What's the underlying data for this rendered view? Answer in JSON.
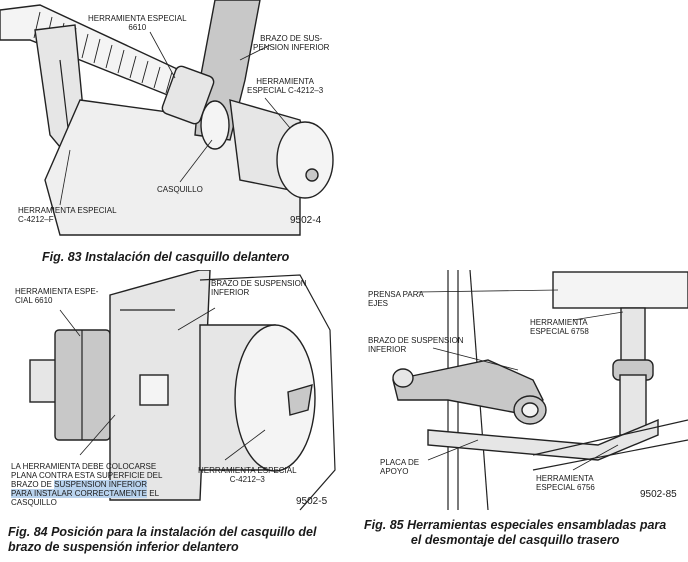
{
  "figures": [
    {
      "labels": {
        "tool_6610": "HERRAMIENTA ESPECIAL\n6610",
        "arm": "BRAZO DE SUS-\nPENSION INFERIOR",
        "tool_c4212_3": "HERRAMIENTA\nESPECIAL C-4212–3",
        "bushing": "CASQUILLO",
        "tool_c4212_f": "HERRAMIENTA ESPECIAL\nC-4212–F"
      },
      "ref": "9502-4",
      "caption": "Fig. 83 Instalación del casquillo delantero"
    },
    {
      "labels": {
        "tool_6610": "HERRAMIENTA ESPE-\nCIAL 6610",
        "arm": "BRAZO DE SUSPENSION\nINFERIOR",
        "note_a": "LA HERRAMIENTA DEBE COLOCARSE\nPLANA CONTRA ESTA SUPERFICIE DEL\nBRAZO DE ",
        "note_hl1": "SUSPENSION INFERIOR",
        "note_hl2": "PARA INSTALAR CORRECTAMENTE",
        "note_b": " EL\nCASQUILLO",
        "tool_c4212_3": "HERRAMIENTA ESPECIAL\nC-4212–3"
      },
      "ref": "9502-5",
      "caption": "Fig. 84 Posición para la instalación del casquillo del\nbrazo de suspensión inferior delantero"
    },
    {
      "labels": {
        "press": "PRENSA PARA\nEJES",
        "tool_6758": "HERRAMIENTA\nESPECIAL 6758",
        "arm": "BRAZO DE SUSPENSION\nINFERIOR",
        "plate": "PLACA DE\nAPOYO",
        "tool_6756": "HERRAMIENTA\nESPECIAL 6756"
      },
      "ref": "9502-85",
      "caption": "Fig. 85 Herramientas especiales ensambladas para\nel desmontaje del casquillo trasero"
    }
  ]
}
